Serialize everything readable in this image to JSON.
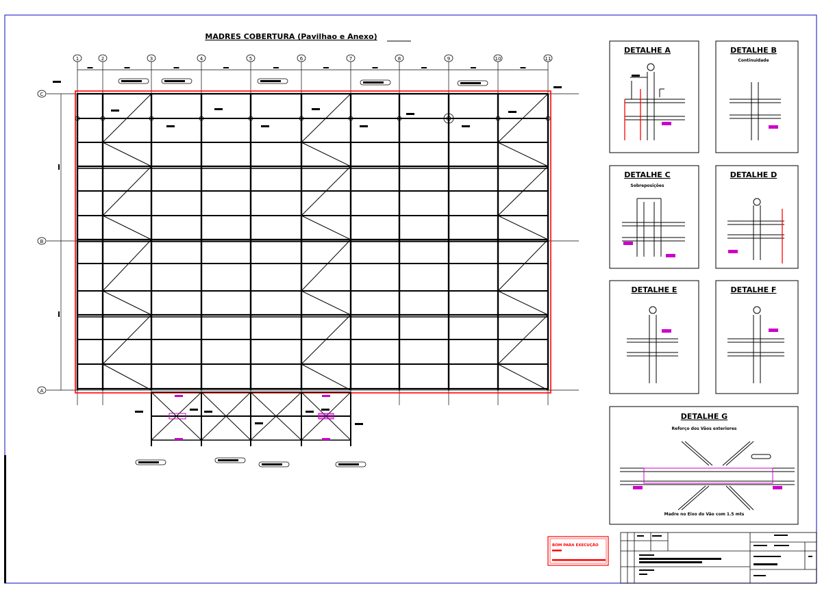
{
  "sheet": {
    "main_title": "MADRES COBERTURA (Pavilhao e Anexo)",
    "axis_labels": {
      "top": [
        "1",
        "2",
        "3",
        "4",
        "5",
        "6",
        "7",
        "8",
        "9",
        "10",
        "11"
      ],
      "left": [
        "C",
        "B",
        "A"
      ]
    },
    "colors": {
      "border": "#3333cc",
      "red": "#ff0000",
      "magenta": "#cc00cc",
      "ink": "#000000"
    }
  },
  "details": {
    "a": {
      "title": "DETALHE A",
      "subtitle": ""
    },
    "b": {
      "title": "DETALHE B",
      "subtitle": "Continuidade"
    },
    "c": {
      "title": "DETALHE C",
      "subtitle": "Sobreposições"
    },
    "d": {
      "title": "DETALHE D",
      "subtitle": ""
    },
    "e": {
      "title": "DETALHE E",
      "subtitle": ""
    },
    "f": {
      "title": "DETALHE F",
      "subtitle": ""
    },
    "g": {
      "title": "DETALHE G",
      "subtitle": "Reforço dos Vãos exteriores",
      "note": "Madre no Eixo do Vão com 1.5 mts"
    }
  },
  "stamp": {
    "title": "BOM PARA EXECUÇÃO"
  }
}
